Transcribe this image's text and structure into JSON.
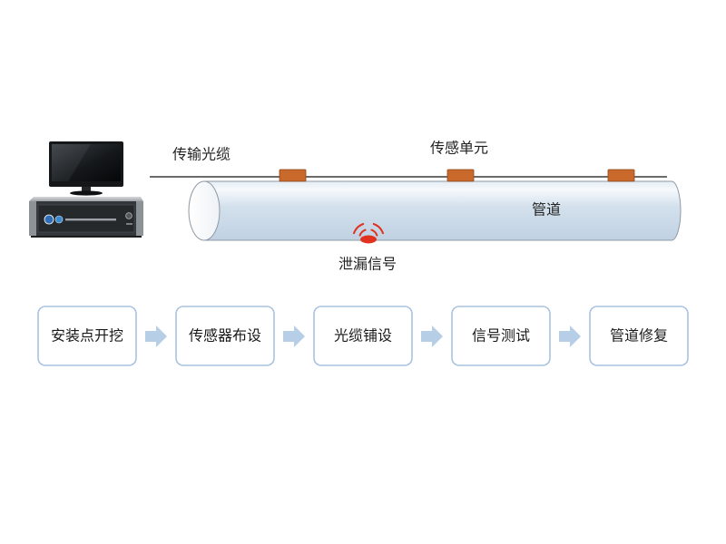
{
  "diagram": {
    "labels": {
      "cable": "传输光缆",
      "sensor_unit": "传感单元",
      "pipe": "管道",
      "leak_signal": "泄漏信号"
    }
  },
  "process": {
    "steps": [
      "安装点开挖",
      "传感器布设",
      "光缆铺设",
      "信号测试",
      "管道修复"
    ]
  },
  "colors": {
    "sensor_unit": "#c96a2c",
    "leak_signal": "#e0321f",
    "step_border": "#a7c3e0",
    "step_arrow": "#b6cee6",
    "pipe": "#d4e1ed",
    "cable": "#3a3a3a"
  },
  "icons": {
    "computer": "desktop-computer-icon",
    "leak": "leak-signal-icon",
    "arrow": "arrow-right-icon"
  }
}
